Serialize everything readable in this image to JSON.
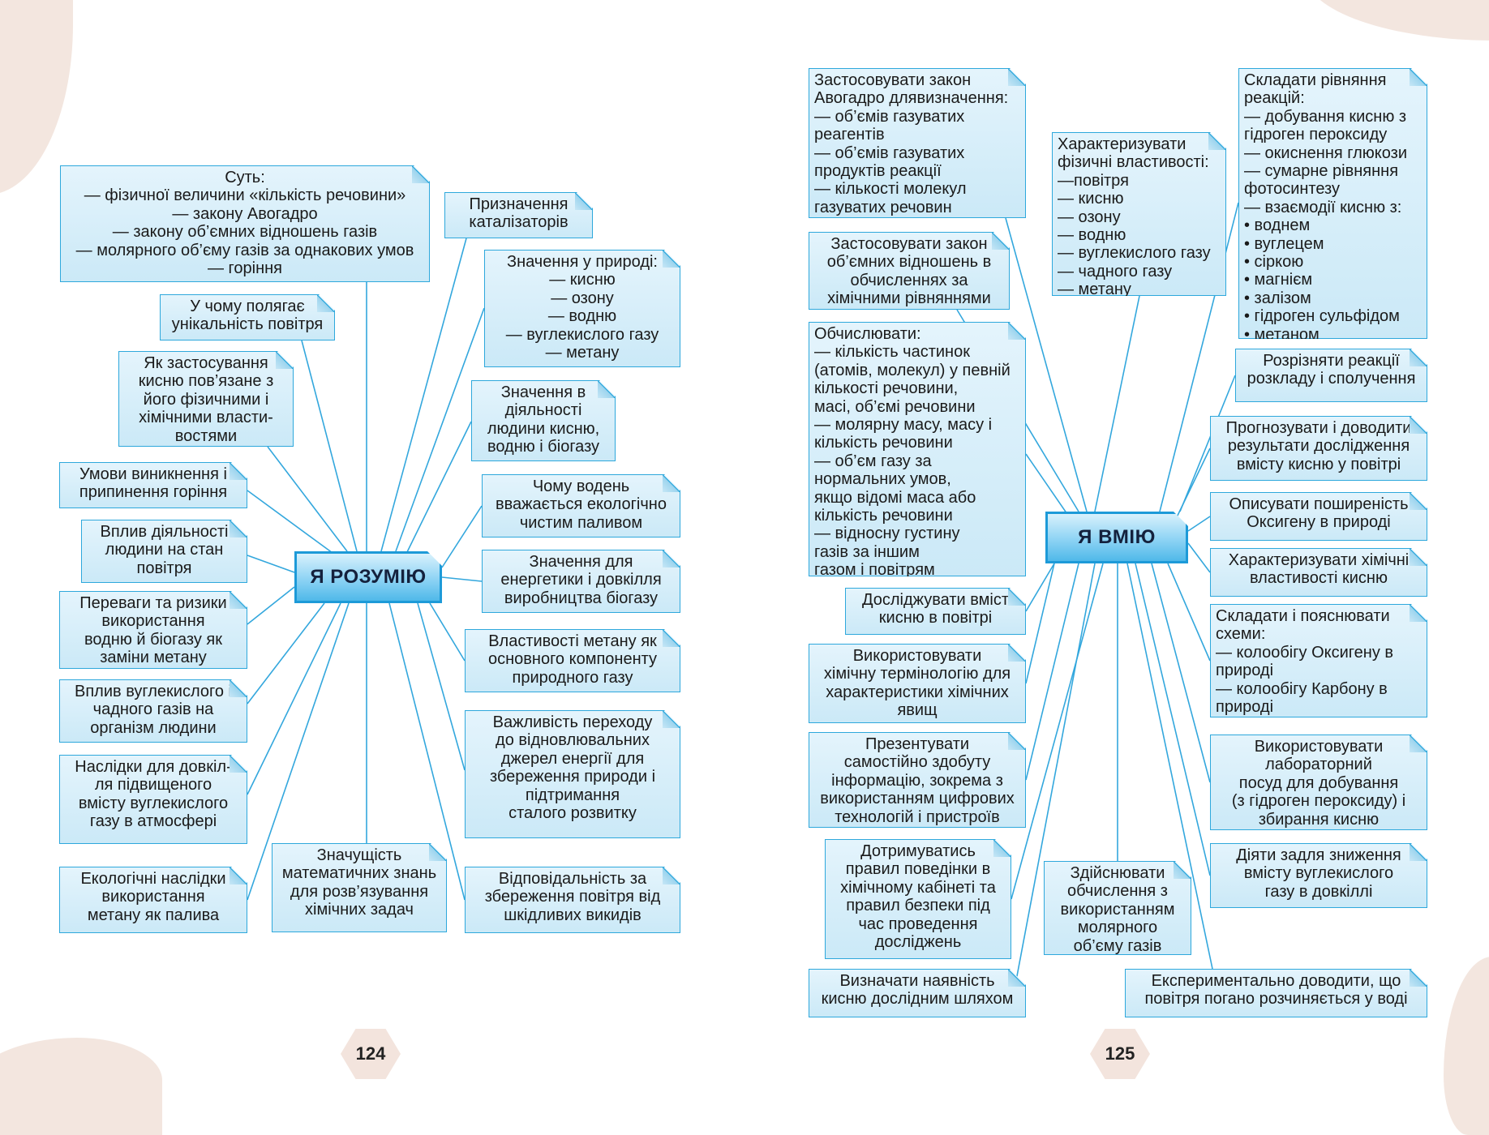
{
  "left": {
    "center": "Я РОЗУМІЮ",
    "page_number": "124",
    "boxes": [
      {
        "id": "l1",
        "lines": [
          "Суть:",
          "— фізичної величини «кількість речовини»",
          "— закону Авогадро",
          "— закону об’ємних відношень газів",
          "— молярного об’єму газів за однакових умов",
          "— горіння"
        ]
      },
      {
        "id": "l2",
        "lines": [
          "Призначення",
          "каталізаторів"
        ]
      },
      {
        "id": "l3",
        "lines": [
          "Значення у природі:",
          "— кисню",
          "— озону",
          "— водню",
          "— вуглекислого газу",
          "— метану"
        ]
      },
      {
        "id": "l4",
        "lines": [
          "У чому полягає",
          "унікальність повітря"
        ]
      },
      {
        "id": "l5",
        "lines": [
          "Як застосування",
          "кисню пов’язане з",
          "його фізичними і",
          "хімічними власти-",
          "востями"
        ]
      },
      {
        "id": "l6",
        "lines": [
          "Значення в",
          "діяльності",
          "людини кисню,",
          "водню і біогазу"
        ]
      },
      {
        "id": "l7",
        "lines": [
          "Умови виникнення і",
          "припинення горіння"
        ]
      },
      {
        "id": "l8",
        "lines": [
          "Чому водень",
          "вважається екологічно",
          "чистим паливом"
        ]
      },
      {
        "id": "l9",
        "lines": [
          "Вплив діяльності",
          "людини на стан",
          "повітря"
        ]
      },
      {
        "id": "l10",
        "lines": [
          "Значення для",
          "енергетики і довкілля",
          "виробництва біогазу"
        ]
      },
      {
        "id": "l11",
        "lines": [
          "Переваги та ризики",
          "використання",
          "водню й біогазу як",
          "заміни метану"
        ]
      },
      {
        "id": "l12",
        "lines": [
          "Властивості метану як",
          "основного компоненту",
          "природного газу"
        ]
      },
      {
        "id": "l13",
        "lines": [
          "Вплив вуглекислого і",
          "чадного газів на",
          "організм людини"
        ]
      },
      {
        "id": "l14",
        "lines": [
          "Важливість переходу",
          "до відновлювальних",
          "джерел енергії для",
          "збереження природи і",
          "підтримання",
          "сталого розвитку"
        ]
      },
      {
        "id": "l15",
        "lines": [
          "Наслідки для довкіл-",
          "ля підвищеного",
          "вмісту вуглекислого",
          "газу в атмосфері"
        ]
      },
      {
        "id": "l16",
        "lines": [
          "Значущість",
          "математичних знань",
          "для розв’язування",
          "хімічних задач"
        ]
      },
      {
        "id": "l17",
        "lines": [
          "Екологічні наслідки",
          "використання",
          "метану як палива"
        ]
      },
      {
        "id": "l18",
        "lines": [
          "Відповідальність за",
          "збереження повітря від",
          "шкідливих викидів"
        ]
      }
    ]
  },
  "right": {
    "center": "Я ВМІЮ",
    "page_number": "125",
    "boxes": [
      {
        "id": "r1",
        "lines": [
          "Застосовувати закон",
          "Авогадро длявизначення:",
          "— об’ємів газуватих",
          "реагентів",
          "— об’ємів газуватих",
          "продуктів реакції",
          "— кількості молекул",
          "газуватих речовин"
        ]
      },
      {
        "id": "r2",
        "lines": [
          "Характеризувати",
          "фізичні властивості:",
          "—повітря",
          "— кисню",
          "— озону",
          "— водню",
          "— вуглекислого газу",
          "— чадного газу",
          "— метану"
        ]
      },
      {
        "id": "r3",
        "lines": [
          "Складати рівняння",
          "реакцій:",
          "— добування кисню з",
          "гідроген пероксиду",
          "— окиснення глюкози",
          "— сумарне рівняння",
          "фотосинтезу",
          "— взаємодії кисню з:",
          "• воднем",
          "• вуглецем",
          "• сіркою",
          "• магнієм",
          "• залізом",
          "• гідроген сульфідом",
          "• метаном"
        ]
      },
      {
        "id": "r4",
        "lines": [
          "Застосовувати закон",
          "об’ємних відношень в",
          "обчисленнях за",
          "хімічними рівняннями"
        ]
      },
      {
        "id": "r5",
        "lines": [
          "Обчислювати:",
          "— кількість частинок",
          "(атомів, молекул) у певній",
          "кількості речовини,",
          "масі, об’ємі речовини",
          "— молярну масу, масу і",
          "кількість речовини",
          "— об’єм газу за",
          "нормальних умов,",
          "якщо відомі маса або",
          "кількість речовини",
          "— відносну густину",
          "газів за іншим",
          "газом і повітрям"
        ]
      },
      {
        "id": "r6",
        "lines": [
          "Розрізняти реакції",
          "розкладу і сполучення"
        ]
      },
      {
        "id": "r7",
        "lines": [
          "Прогнозувати і доводити",
          "результати дослідження",
          "вмісту кисню у повітрі"
        ]
      },
      {
        "id": "r8",
        "lines": [
          "Описувати поширеність",
          "Оксигену в природі"
        ]
      },
      {
        "id": "r9",
        "lines": [
          "Характеризувати хімічні",
          "властивості кисню"
        ]
      },
      {
        "id": "r10",
        "lines": [
          "Досліджувати вміст",
          "кисню в повітрі"
        ]
      },
      {
        "id": "r11",
        "lines": [
          "Складати і пояснювати",
          "схеми:",
          "— колообігу Оксигену в",
          "природі",
          "— колообігу Карбону в",
          "природі"
        ]
      },
      {
        "id": "r12",
        "lines": [
          "Використовувати",
          "хімічну термінологію для",
          "характеристики хімічних",
          "явищ"
        ]
      },
      {
        "id": "r13",
        "lines": [
          "Презентувати",
          "самостійно здобуту",
          "інформацію, зокрема з",
          "використанням цифрових",
          "технологій і пристроїв"
        ]
      },
      {
        "id": "r14",
        "lines": [
          "Використовувати",
          "лабораторний",
          "посуд для добування",
          "(з гідроген пероксиду) і",
          "збирання кисню"
        ]
      },
      {
        "id": "r15",
        "lines": [
          "Дотримуватись",
          "правил поведінки в",
          "хімічному кабінеті та",
          "правил безпеки під",
          "час проведення",
          "досліджень"
        ]
      },
      {
        "id": "r16",
        "lines": [
          "Здійснювати",
          "обчислення з",
          "використанням",
          "молярного",
          "об’єму газів"
        ]
      },
      {
        "id": "r17",
        "lines": [
          "Діяти задля зниження",
          "вмісту вуглекислого",
          "газу в довкіллі"
        ]
      },
      {
        "id": "r18",
        "lines": [
          "Визначати наявність",
          "кисню дослідним шляхом"
        ]
      },
      {
        "id": "r19",
        "lines": [
          "Експериментально доводити, що",
          "повітря погано розчиняється у воді"
        ]
      }
    ]
  },
  "colors": {
    "accent": "#2ea8dc",
    "box_fill": "#d6eef9",
    "center_fill": "#6cc6ef",
    "line": "#33a7dd",
    "blob": "#f3e6df"
  }
}
